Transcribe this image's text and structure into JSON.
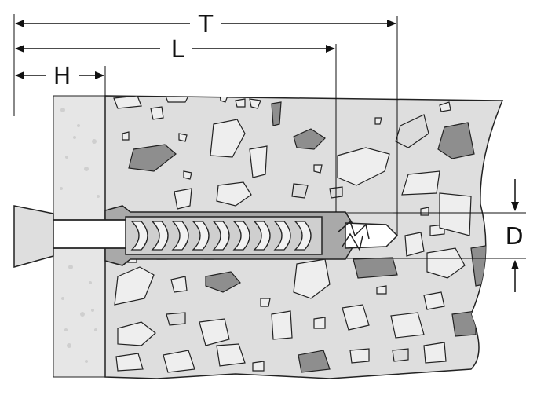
{
  "diagram": {
    "labels": {
      "T": "T",
      "L": "L",
      "H": "H",
      "D": "D"
    },
    "colors": {
      "concrete": "#dedede",
      "plaster": "#e6e6e6",
      "stone_light": "#eeeeee",
      "stone_dark": "#8e8e8e",
      "plug": "#a9a9a9",
      "line": "#111111"
    }
  }
}
